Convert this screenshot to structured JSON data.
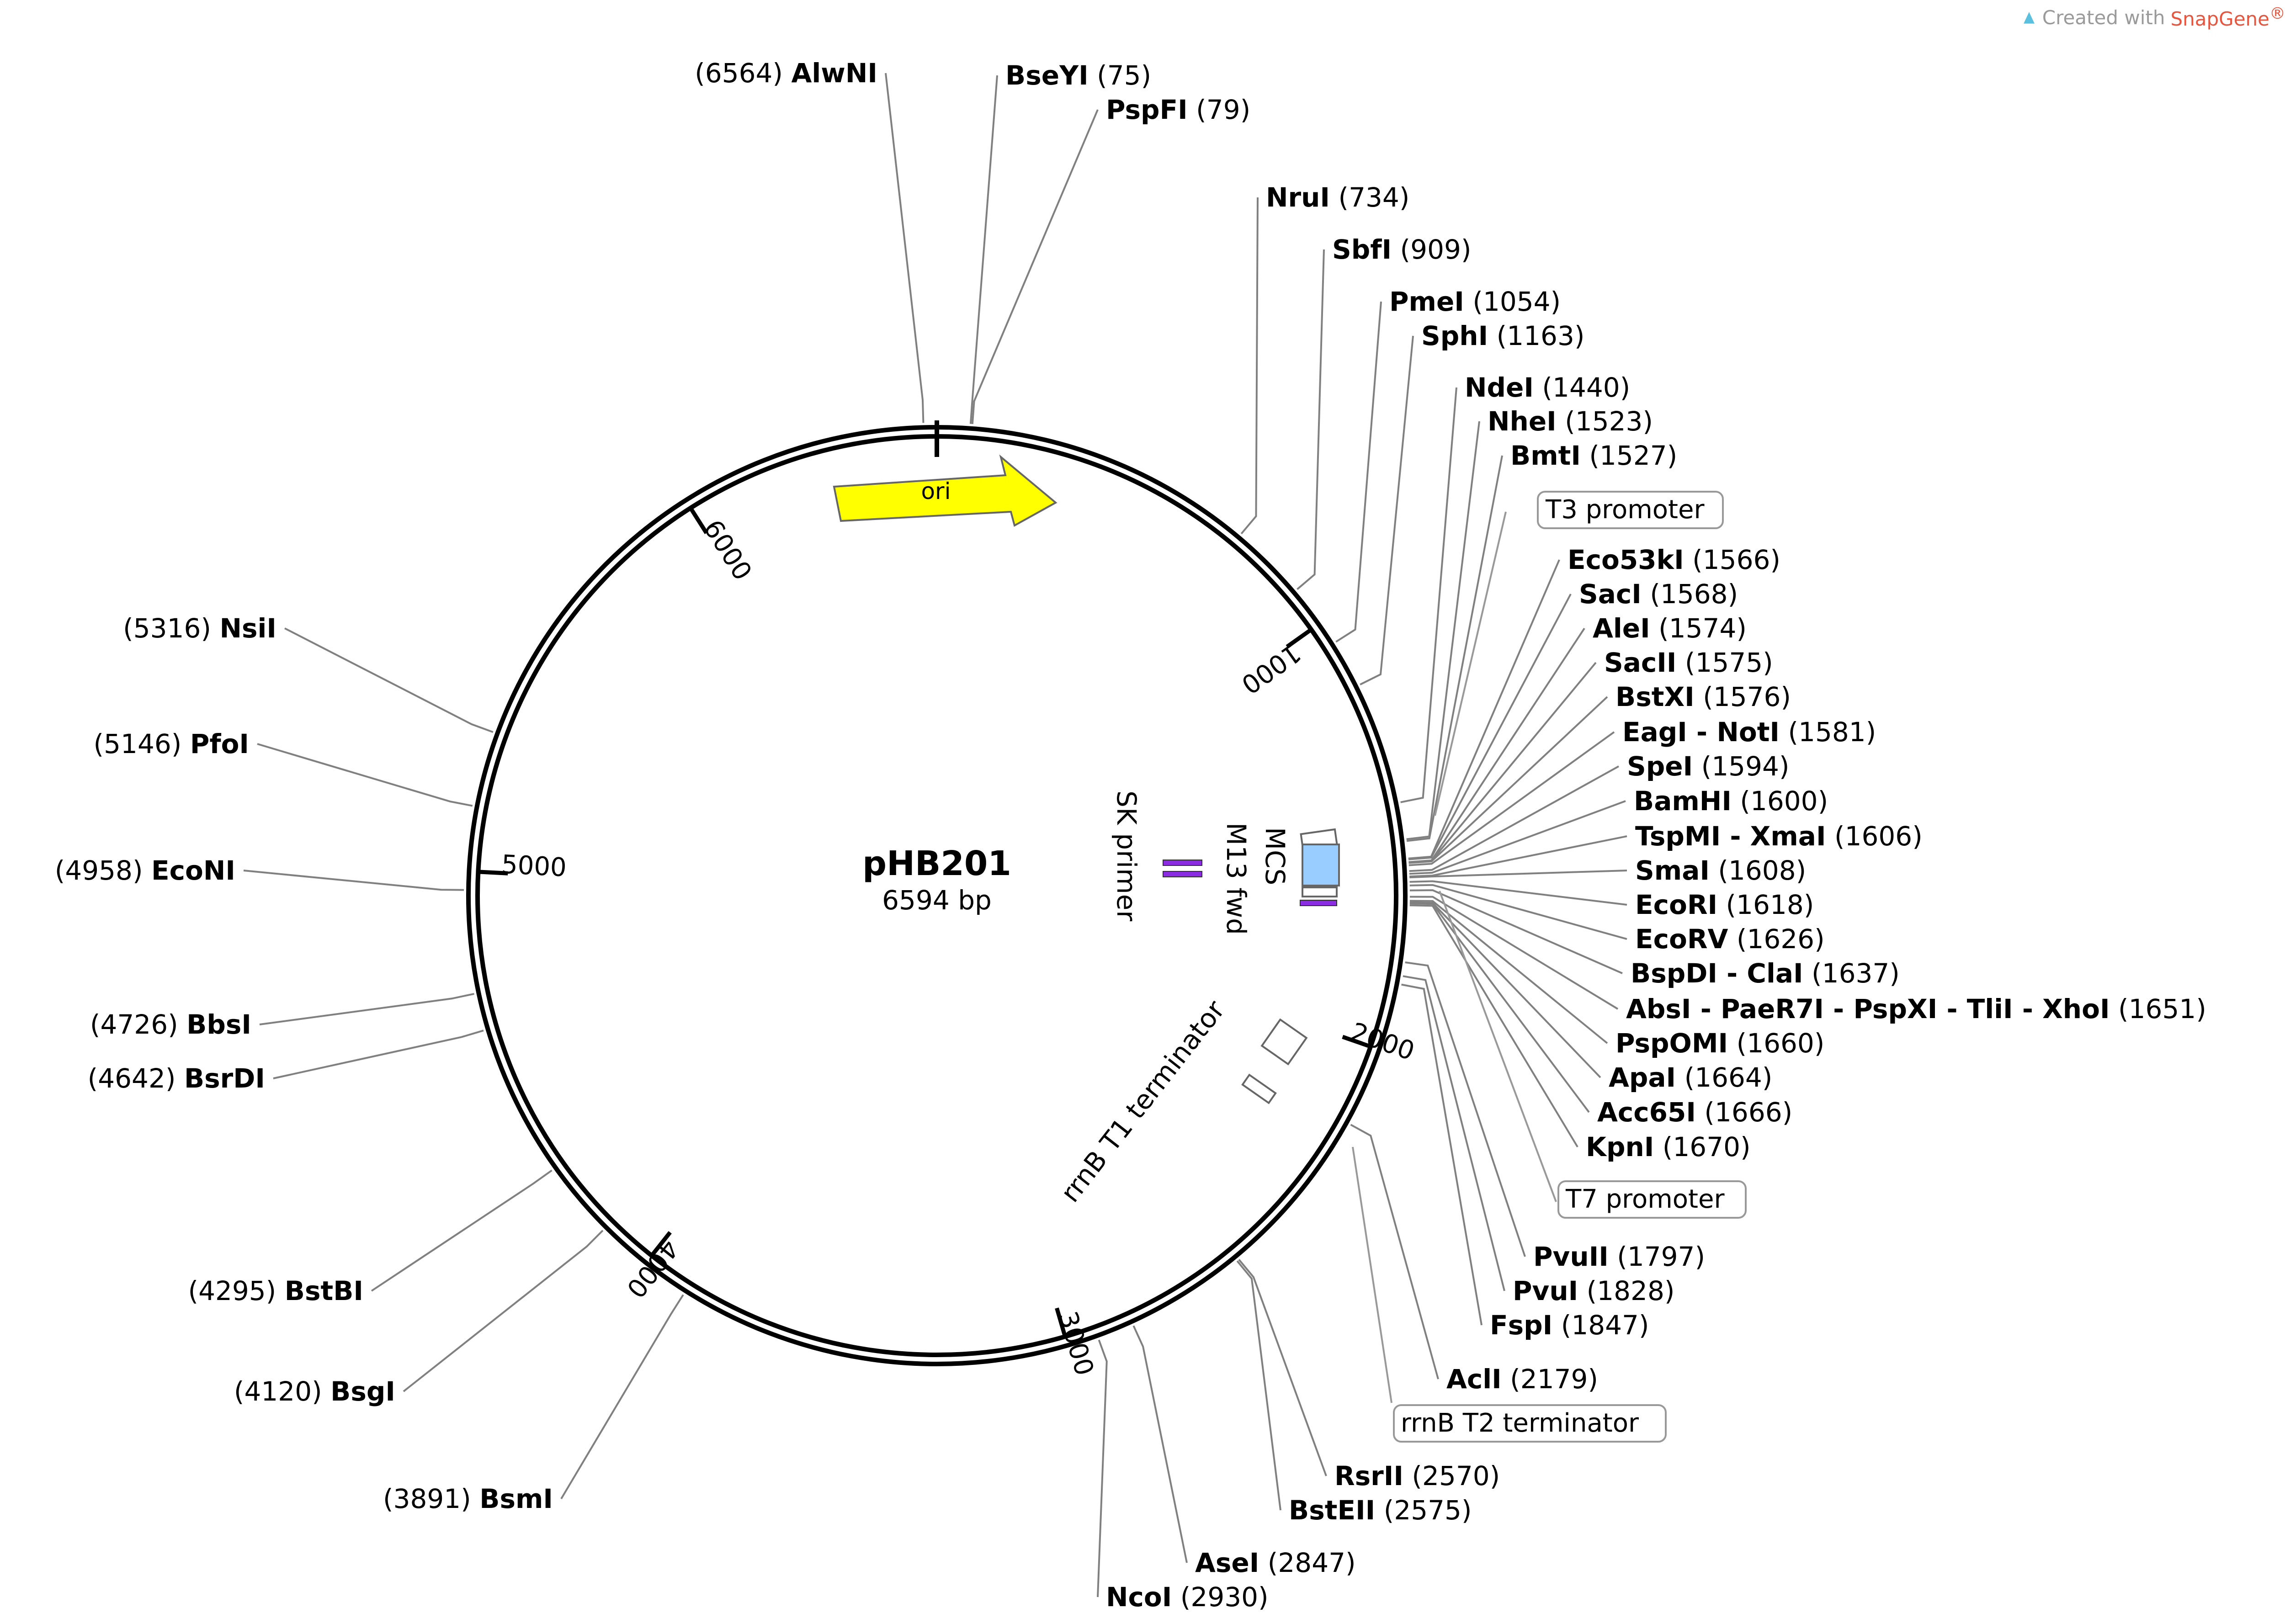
{
  "watermark": {
    "prefix": "Created with",
    "brand": "SnapGene",
    "reg": "®",
    "icon": "snapgene-logo-icon"
  },
  "plasmid": {
    "name": "pHB201",
    "size_label": "6594 bp",
    "length": 6594
  },
  "ticks": [
    "1000",
    "2000",
    "3000",
    "4000",
    "5000",
    "6000"
  ],
  "features": [
    {
      "name": "ori",
      "kind": "arrow",
      "color": "#ffff00"
    },
    {
      "name": "MCS",
      "kind": "box",
      "color": "#99ccff"
    },
    {
      "name": "M13 fwd",
      "kind": "primer",
      "color": "#8b2be2"
    },
    {
      "name": "SK primer",
      "kind": "primer",
      "color": "#8b2be2"
    },
    {
      "name": "rrnB T1 terminator",
      "kind": "terminator",
      "color": "#ffffff"
    }
  ],
  "boxed_labels": [
    {
      "text": "T3 promoter"
    },
    {
      "text": "T7 promoter"
    },
    {
      "text": "rrnB T2 terminator"
    }
  ],
  "sites": [
    {
      "name": "AlwNI",
      "pos": "(6564)"
    },
    {
      "name": "BseYI",
      "pos": "(75)"
    },
    {
      "name": "PspFI",
      "pos": "(79)"
    },
    {
      "name": "NruI",
      "pos": "(734)"
    },
    {
      "name": "SbfI",
      "pos": "(909)"
    },
    {
      "name": "PmeI",
      "pos": "(1054)"
    },
    {
      "name": "SphI",
      "pos": "(1163)"
    },
    {
      "name": "NdeI",
      "pos": "(1440)"
    },
    {
      "name": "NheI",
      "pos": "(1523)"
    },
    {
      "name": "BmtI",
      "pos": "(1527)"
    },
    {
      "name": "Eco53kI",
      "pos": "(1566)"
    },
    {
      "name": "SacI",
      "pos": "(1568)"
    },
    {
      "name": "AleI",
      "pos": "(1574)"
    },
    {
      "name": "SacII",
      "pos": "(1575)"
    },
    {
      "name": "BstXI",
      "pos": "(1576)"
    },
    {
      "name": "EagI - NotI",
      "pos": "(1581)"
    },
    {
      "name": "SpeI",
      "pos": "(1594)"
    },
    {
      "name": "BamHI",
      "pos": "(1600)"
    },
    {
      "name": "TspMI - XmaI",
      "pos": "(1606)"
    },
    {
      "name": "SmaI",
      "pos": "(1608)"
    },
    {
      "name": "EcoRI",
      "pos": "(1618)"
    },
    {
      "name": "EcoRV",
      "pos": "(1626)"
    },
    {
      "name": "BspDI - ClaI",
      "pos": "(1637)"
    },
    {
      "name": "AbsI - PaeR7I - PspXI - TliI - XhoI",
      "pos": "(1651)"
    },
    {
      "name": "PspOMI",
      "pos": "(1660)"
    },
    {
      "name": "ApaI",
      "pos": "(1664)"
    },
    {
      "name": "Acc65I",
      "pos": "(1666)"
    },
    {
      "name": "KpnI",
      "pos": "(1670)"
    },
    {
      "name": "PvuII",
      "pos": "(1797)"
    },
    {
      "name": "PvuI",
      "pos": "(1828)"
    },
    {
      "name": "FspI",
      "pos": "(1847)"
    },
    {
      "name": "AclI",
      "pos": "(2179)"
    },
    {
      "name": "RsrII",
      "pos": "(2570)"
    },
    {
      "name": "BstEII",
      "pos": "(2575)"
    },
    {
      "name": "AseI",
      "pos": "(2847)"
    },
    {
      "name": "NcoI",
      "pos": "(2930)"
    },
    {
      "name": "BsmI",
      "pos": "(3891)"
    },
    {
      "name": "BsgI",
      "pos": "(4120)"
    },
    {
      "name": "BstBI",
      "pos": "(4295)"
    },
    {
      "name": "BsrDI",
      "pos": "(4642)"
    },
    {
      "name": "BbsI",
      "pos": "(4726)"
    },
    {
      "name": "EcoNI",
      "pos": "(4958)"
    },
    {
      "name": "PfoI",
      "pos": "(5146)"
    },
    {
      "name": "NsiI",
      "pos": "(5316)"
    }
  ]
}
